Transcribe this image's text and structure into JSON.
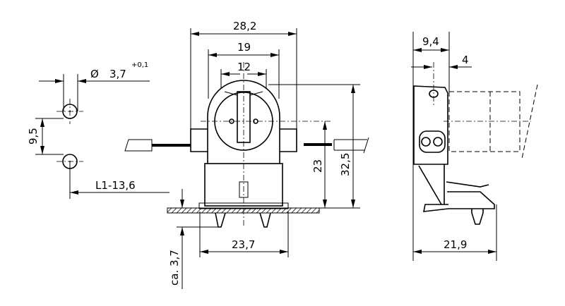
{
  "title": "Lamp holder dimension drawing",
  "left_view": {
    "hole_diameter_symbol": "Ø",
    "hole_diameter": "3,7",
    "hole_tolerance": "+0,1",
    "hole_spacing": "9,5",
    "offset": "L1-13,6"
  },
  "front_view": {
    "overall_width": "28,2",
    "width_mid": "19",
    "width_inner": "12",
    "center_height": "23",
    "total_height": "32,5",
    "base_width": "23,7",
    "pin_depth": "ca. 3,7"
  },
  "side_view": {
    "depth": "9,4",
    "offset": "4",
    "base_depth": "21,9"
  }
}
